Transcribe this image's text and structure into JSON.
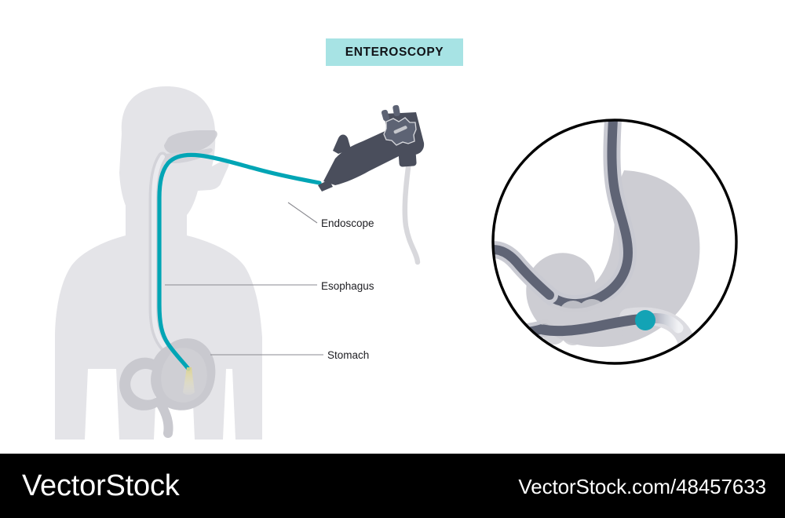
{
  "title": {
    "text": "ENTEROSCOPY",
    "banner_color": "#a7e3e4",
    "text_color": "#111318"
  },
  "labels": {
    "endoscope": "Endoscope",
    "esophagus": "Esophagus",
    "stomach": "Stomach"
  },
  "footer": {
    "brand": "VectorStock",
    "url": "VectorStock.com/48457633",
    "background": "#000000",
    "text_color": "#ffffff"
  },
  "palette": {
    "body_silhouette": "#e4e4e8",
    "organ_grey": "#c9c9cf",
    "organ_grey_light": "#d3d3d9",
    "endoscope_teal": "#00a5b5",
    "endoscope_tip_teal": "#13a3b5",
    "device_dark": "#4a4e5c",
    "device_mid": "#5d6374",
    "cable_grey": "#d8d8dc",
    "lumen_dark": "#5f6475",
    "lumen_wall": "#c9cad2",
    "light_cone": "#ede6b6",
    "leader_line": "#8a8a90",
    "circle_stroke": "#000000",
    "background": "#ffffff"
  },
  "diagram": {
    "type": "medical-illustration",
    "subject": "Upper gastrointestinal enteroscopy procedure",
    "views": [
      {
        "name": "patient-overview",
        "description": "Side profile human silhouette with endoscope inserted through mouth, down esophagus, into stomach"
      },
      {
        "name": "magnified-inset",
        "description": "Circular magnified cutaway of stomach and duodenum with endoscope tip advancing into small intestine"
      }
    ],
    "anatomy_parts": [
      "mouth",
      "pharynx",
      "esophagus",
      "stomach",
      "duodenum",
      "small intestine"
    ],
    "instrument_parts": [
      "endoscope handle",
      "control knobs",
      "insertion tube",
      "umbilical cable",
      "distal tip light"
    ]
  }
}
